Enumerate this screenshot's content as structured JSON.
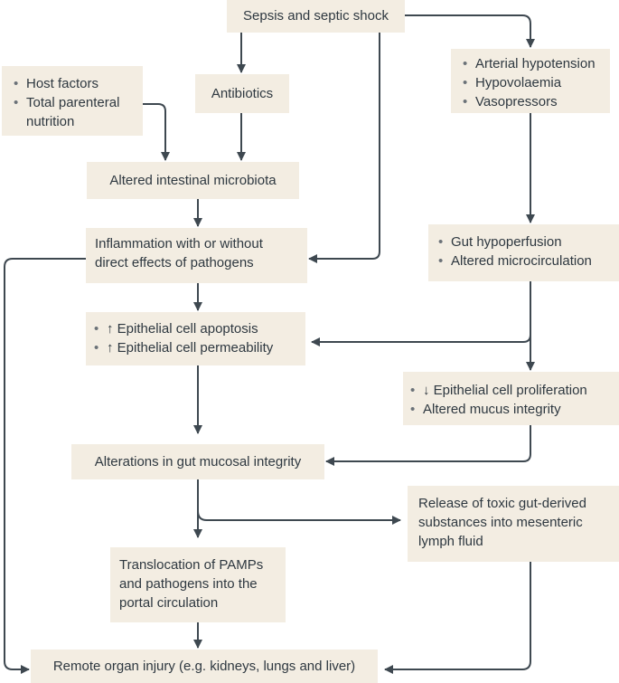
{
  "nodes": {
    "sepsis": "Sepsis and septic shock",
    "antibiotics": "Antibiotics",
    "host_factors": [
      "Host factors",
      "Total parenteral",
      "nutrition"
    ],
    "hypotension": [
      "Arterial hypotension",
      "Hypovolaemia",
      "Vasopressors"
    ],
    "microbiota": "Altered intestinal microbiota",
    "inflammation": [
      "Inflammation with or without",
      "direct effects of pathogens"
    ],
    "hypoperfusion": [
      "Gut hypoperfusion",
      "Altered microcirculation"
    ],
    "apoptosis": [
      "↑ Epithelial cell apoptosis",
      "↑ Epithelial cell permeability"
    ],
    "proliferation": [
      "↓ Epithelial cell proliferation",
      "Altered mucus integrity"
    ],
    "mucosal": "Alterations in gut mucosal integrity",
    "release": [
      "Release of toxic gut-derived",
      "substances into mesenteric",
      "lymph fluid"
    ],
    "translocation": [
      "Translocation of PAMPs",
      "and pathogens into the",
      "portal circulation"
    ],
    "remote": "Remote organ injury (e.g. kidneys, lungs and liver)"
  },
  "colors": {
    "box_fill": "#f3ede2",
    "arrow": "#3e4850",
    "text": "#2e3840"
  }
}
